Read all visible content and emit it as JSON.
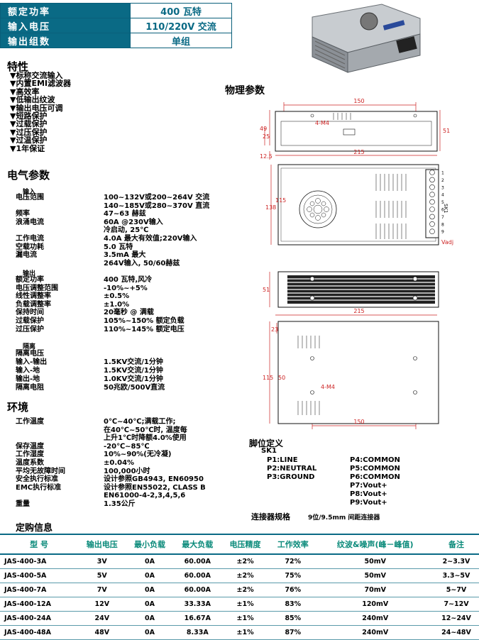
{
  "header": [
    {
      "k": "额定功率",
      "v": "400 瓦特"
    },
    {
      "k": "输入电压",
      "v": "110/220V 交流"
    },
    {
      "k": "输出组数",
      "v": "单组"
    }
  ],
  "features_title": "特性",
  "features": [
    "▼标称交流输入",
    "▼内置EMI滤波器",
    "▼高效率",
    "▼低输出纹波",
    "▼输出电压可调",
    "▼短路保护",
    "▼过载保护",
    "▼过压保护",
    "▼过温保护",
    "▼1年保证"
  ],
  "electrical_title": "电气参数",
  "input_label": "输入",
  "input_rows": [
    {
      "k": "电压范围",
      "v": "100~132V或200~264V 交流"
    },
    {
      "k": "",
      "v": "140~185V或280~370V 直流"
    },
    {
      "k": "频率",
      "v": "47~63 赫兹"
    },
    {
      "k": "浪涌电流",
      "v": "60A @230V输入"
    },
    {
      "k": "",
      "v": "冷启动, 25℃"
    },
    {
      "k": "工作电流",
      "v": "4.0A 最大有效值;220V输入"
    },
    {
      "k": "空载功耗",
      "v": "5.0 瓦特"
    },
    {
      "k": "漏电流",
      "v": "3.5mA 最大"
    },
    {
      "k": "",
      "v": "264V输入, 50/60赫兹"
    }
  ],
  "output_label": "输出",
  "output_rows": [
    {
      "k": "额定功率",
      "v": "400 瓦特,风冷"
    },
    {
      "k": "电压调整范围",
      "v": "-10%~+5%"
    },
    {
      "k": "线性调整率",
      "v": "±0.5%"
    },
    {
      "k": "负载调整率",
      "v": "±1.0%"
    },
    {
      "k": "保持时间",
      "v": "20毫秒 @ 满载"
    },
    {
      "k": "过载保护",
      "v": "105%~150% 额定负载"
    },
    {
      "k": "过压保护",
      "v": "110%~145% 额定电压"
    }
  ],
  "isolation_label": "隔离",
  "isolation_rows": [
    {
      "k": "隔离电压",
      "v": ""
    },
    {
      "k": "    输入-输出",
      "v": "1.5KV交流/1分钟"
    },
    {
      "k": "    输入-地",
      "v": "1.5KV交流/1分钟"
    },
    {
      "k": "    输出-地",
      "v": "1.0KV交流/1分钟"
    },
    {
      "k": "隔离电阻",
      "v": "50兆欧/500V直流"
    }
  ],
  "env_title": "环境",
  "env_rows": [
    {
      "k": "工作温度",
      "v": "0℃~40℃;满载工作;"
    },
    {
      "k": "",
      "v": "在40℃~50℃时, 温度每"
    },
    {
      "k": "",
      "v": "上升1℃时降额4.0%使用"
    },
    {
      "k": "保存温度",
      "v": "-20℃~85℃"
    },
    {
      "k": "工作湿度",
      "v": "10%~90%(无冷凝)"
    },
    {
      "k": "温度系数",
      "v": "±0.04%"
    },
    {
      "k": "平均无故障时间",
      "v": "100,000小时"
    },
    {
      "k": "安全执行标准",
      "v": "设计参照GB4943, EN60950"
    },
    {
      "k": "EMC执行标准",
      "v": "设计参照EN55022, CLASS B"
    },
    {
      "k": "",
      "v": "EN61000-4-2,3,4,5,6"
    },
    {
      "k": "重量",
      "v": "1.35公斤"
    }
  ],
  "physical_title": "物理参数",
  "drawing": {
    "dim150": "150",
    "dim215": "215",
    "dim51": "51",
    "dim49": "49",
    "dim25": "25",
    "dim125": "12.5",
    "dim138": "138",
    "dim115": "115",
    "dim23": "23",
    "dim50": "50",
    "screw": "4-M4",
    "sk1": "SK1",
    "vadj": "Vadj",
    "pins": [
      "1",
      "2",
      "3",
      "4",
      "5",
      "6",
      "7",
      "8",
      "9"
    ]
  },
  "pin_title": "脚位定义",
  "pin_sk": "SK1",
  "pins_left": [
    "P1:LINE",
    "P2:NEUTRAL",
    "P3:GROUND"
  ],
  "pins_right": [
    "P4:COMMON",
    "P5:COMMON",
    "P6:COMMON",
    "P7:Vout+",
    "P8:Vout+",
    "P9:Vout+"
  ],
  "connector_label": "连接器规格",
  "connector_value": "9位/9.5mm 间距连接器",
  "order_title": "定购信息",
  "order_headers": [
    "型 号",
    "输出电压",
    "最小负载",
    "最大负载",
    "电压精度",
    "工作效率",
    "纹波&噪声(峰－峰值)",
    "备注"
  ],
  "order_rows": [
    [
      "JAS-400-3A",
      "3V",
      "0A",
      "60.00A",
      "±2%",
      "72%",
      "50mV",
      "2~3.3V"
    ],
    [
      "JAS-400-5A",
      "5V",
      "0A",
      "60.00A",
      "±2%",
      "75%",
      "50mV",
      "3.3~5V"
    ],
    [
      "JAS-400-7A",
      "7V",
      "0A",
      "60.00A",
      "±2%",
      "76%",
      "70mV",
      "5~7V"
    ],
    [
      "JAS-400-12A",
      "12V",
      "0A",
      "33.33A",
      "±1%",
      "83%",
      "120mV",
      "7~12V"
    ],
    [
      "JAS-400-24A",
      "24V",
      "0A",
      "16.67A",
      "±1%",
      "85%",
      "240mV",
      "12~24V"
    ],
    [
      "JAS-400-48A",
      "48V",
      "0A",
      "8.33A",
      "±1%",
      "87%",
      "240mV",
      "24~48V"
    ]
  ]
}
